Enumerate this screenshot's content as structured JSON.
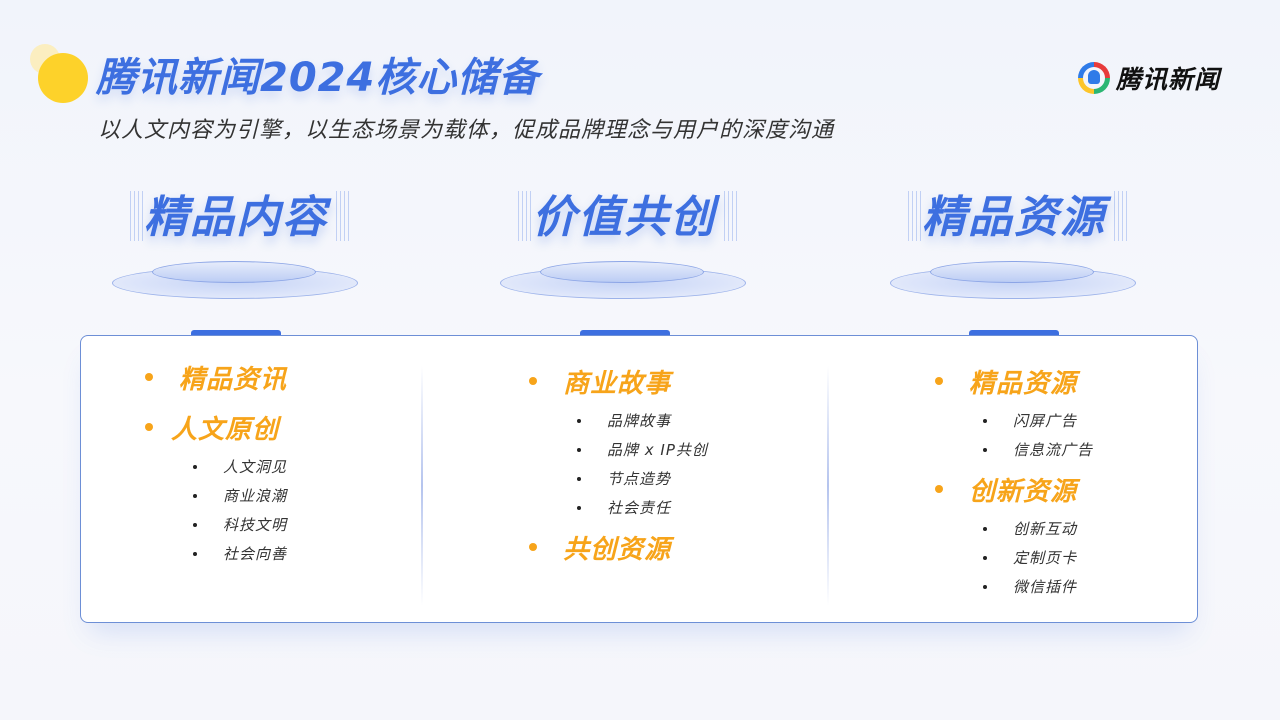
{
  "header": {
    "title": "腾讯新闻2024核心储备",
    "subtitle": "以人文内容为引擎，以生态场景为载体，促成品牌理念与用户的深度沟通",
    "logo_text": "腾讯新闻"
  },
  "colors": {
    "primary_blue": "#3d6fe0",
    "accent_orange": "#f7a41a",
    "dot_yellow": "#fdd22a"
  },
  "pillars": [
    {
      "title": "精品内容"
    },
    {
      "title": "价值共创"
    },
    {
      "title": "精品资源"
    }
  ],
  "columns": [
    {
      "groups": [
        {
          "heading": "精品资讯",
          "items": []
        },
        {
          "heading": "人文原创",
          "items": [
            "人文洞见",
            "商业浪潮",
            "科技文明",
            "社会向善"
          ]
        }
      ]
    },
    {
      "groups": [
        {
          "heading": "商业故事",
          "items": [
            "品牌故事",
            "品牌 x IP共创",
            "节点造势",
            "社会责任"
          ]
        },
        {
          "heading": "共创资源",
          "items": []
        }
      ]
    },
    {
      "groups": [
        {
          "heading": "精品资源",
          "items": [
            "闪屏广告",
            "信息流广告"
          ]
        },
        {
          "heading": "创新资源",
          "items": [
            "创新互动",
            "定制页卡",
            "微信插件"
          ]
        }
      ]
    }
  ]
}
